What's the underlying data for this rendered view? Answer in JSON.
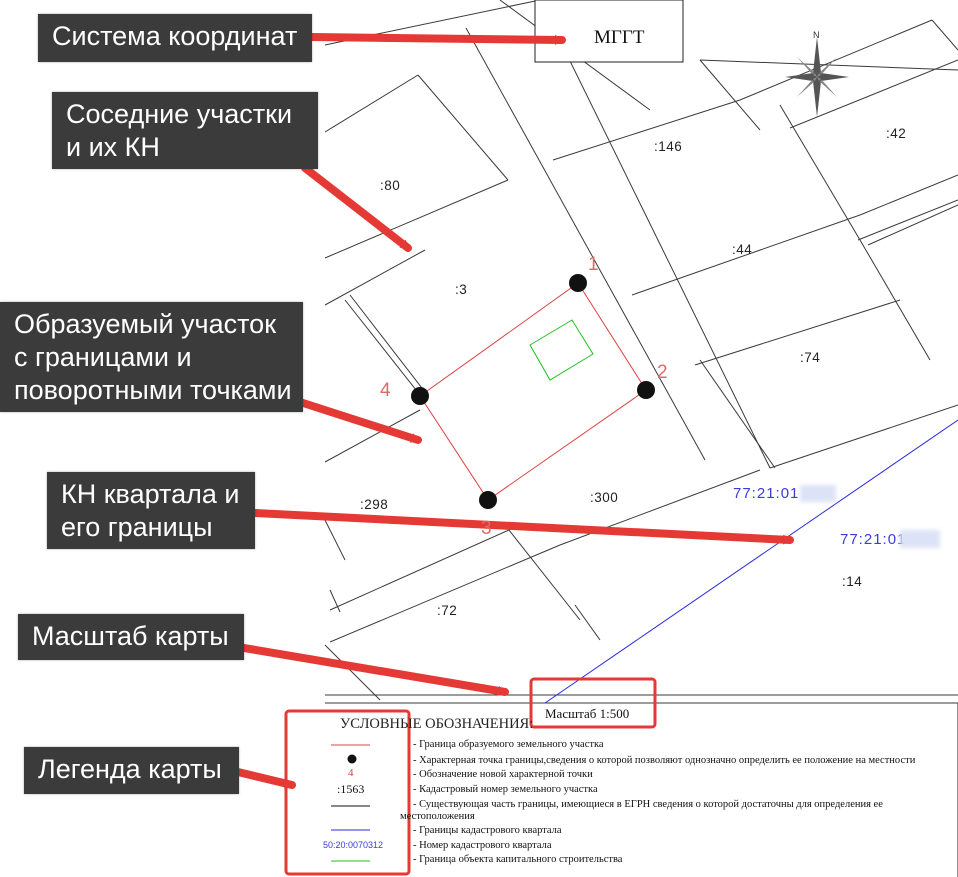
{
  "callouts": {
    "coord_system": "Система координат",
    "neighbors_line1": "Соседние участки",
    "neighbors_line2": "и их КН",
    "formed_line1": "Образуемый участок",
    "formed_line2": "с границами и",
    "formed_line3": "поворотными точками",
    "quarter_line1": "КН квартала и",
    "quarter_line2": "его границы",
    "scale": "Масштаб карты",
    "legend": "Легенда карты"
  },
  "coord_system": "МГГТ",
  "compass_label": "N",
  "lots": [
    ":80",
    ":3",
    ":146",
    ":42",
    ":44",
    ":74",
    ":298",
    ":300",
    ":72",
    ":14"
  ],
  "points": [
    "1",
    "2",
    "3",
    "4"
  ],
  "quarter_kn": [
    "77:21:01",
    "77:21:01"
  ],
  "scale": "Масштаб 1:500",
  "legend": {
    "title": "УСЛОВНЫЕ ОБОЗНАЧЕНИЯ:",
    "point_num": "4",
    "lot_kn": ":1563",
    "quarter_kn": "50:20:0070312",
    "items": [
      "- Граница образуемого земельного участка",
      "- Характерная точка границы,сведения о которой позволяют однозначно определить ее положение на местности",
      "- Обозначение новой характерной точки",
      "- Кадастровый номер земельного участка",
      "- Существующая часть границы, имеющиеся в ЕГРН сведения о которой достаточны для определения ее",
      "местоположения",
      "- Границы кадастрового квартала",
      "- Номер кадастрового квартала",
      "- Граница объекта капитального строительства"
    ]
  },
  "colors": {
    "callout_bg": "#3b3b3b",
    "arrow": "#e53935",
    "boundary": "#e04040",
    "quarter": "#2a2ae0",
    "building": "#22c022",
    "highlight_box": "#e53935"
  }
}
